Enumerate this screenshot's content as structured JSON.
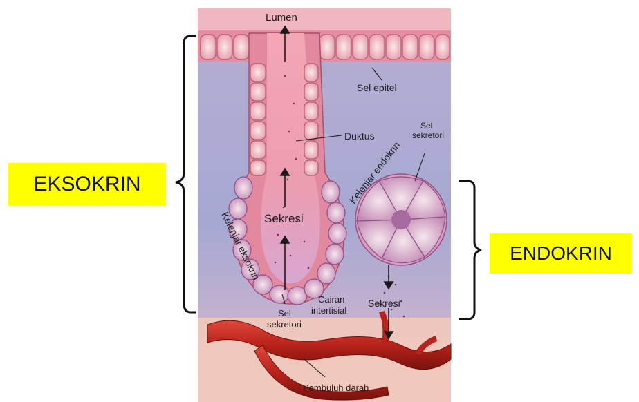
{
  "tags": {
    "exocrine": "EKSOKRIN",
    "endocrine": "ENDOKRIN",
    "highlight_color": "#ffff00"
  },
  "labels": {
    "lumen": "Lumen",
    "sel_epitel": "Sel epitel",
    "duktus": "Duktus",
    "sel_sekretori_top": [
      "Sel",
      "sekretori"
    ],
    "kelenjar_endokrin": "Kelenjar endokrin",
    "sekresi_exo": "Sekresi",
    "kelenjar_eksokrin": "Kelenjar eksokrin",
    "sel_sekretori_bottom": [
      "Sel",
      "sekretori"
    ],
    "cairan_intertisial": [
      "Cairan",
      "intertisial"
    ],
    "sekresi_endo": "Sekresi",
    "pembuluh_darah": "Pembuluh darah"
  },
  "colors": {
    "epithelium": "#e88fa0",
    "tissue": "#a7a6cf",
    "lumen": "#f2a8b2",
    "blood_vessel": "#c0251c",
    "acinus": "#c7a6d6"
  }
}
